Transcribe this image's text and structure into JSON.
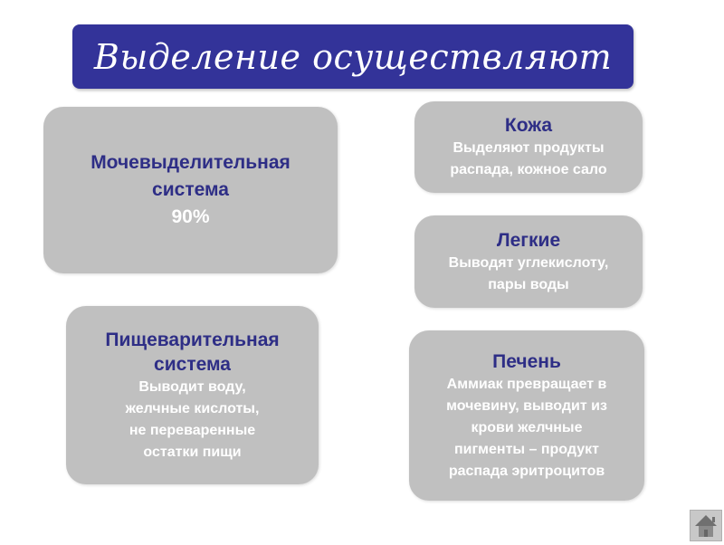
{
  "title": "Выделение осуществляют",
  "boxes": {
    "urinary": {
      "heading_1": "Мочевыделительная",
      "heading_2": "система",
      "value": "90%"
    },
    "skin": {
      "heading": "Кожа",
      "lines": [
        "Выделяют продукты",
        "распада, кожное сало"
      ]
    },
    "lungs": {
      "heading": "Легкие",
      "lines": [
        "Выводят углекислоту,",
        "пары воды"
      ]
    },
    "digestive": {
      "heading_1": "Пищеварительная",
      "heading_2": "система",
      "lines": [
        "Выводит воду,",
        "желчные кислоты,",
        "не переваренные",
        "остатки пищи"
      ]
    },
    "liver": {
      "heading": "Печень",
      "lines": [
        "Аммиак превращает в",
        "мочевину, выводит из",
        "крови желчные",
        "пигменты – продукт",
        "распада эритроцитов"
      ]
    }
  },
  "nav": {
    "home_icon": "home-icon"
  },
  "colors": {
    "title_bg": "#333399",
    "box_bg": "#c0c0c0",
    "heading": "#2e2e86"
  }
}
